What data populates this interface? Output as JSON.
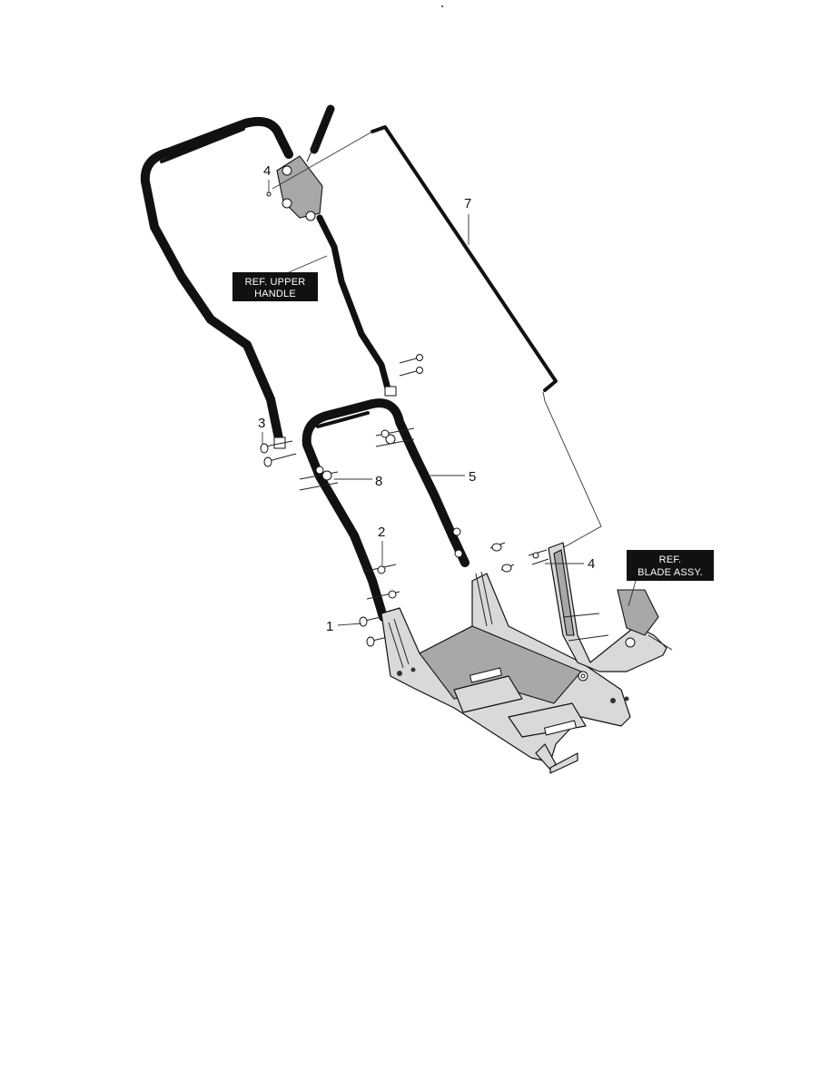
{
  "callouts": {
    "c1": "1",
    "c2": "2",
    "c3": "3",
    "c4_upper": "4",
    "c4_lower": "4",
    "c5": "5",
    "c7": "7",
    "c8": "8"
  },
  "ref_labels": {
    "upper_handle_line1": "REF. UPPER",
    "upper_handle_line2": "HANDLE",
    "blade_assy_line1": "REF.",
    "blade_assy_line2": "BLADE ASSY."
  },
  "colors": {
    "ink": "#111111",
    "label_bg": "#111111",
    "label_text": "#ffffff",
    "deck_fill": "#d9d9d9"
  }
}
